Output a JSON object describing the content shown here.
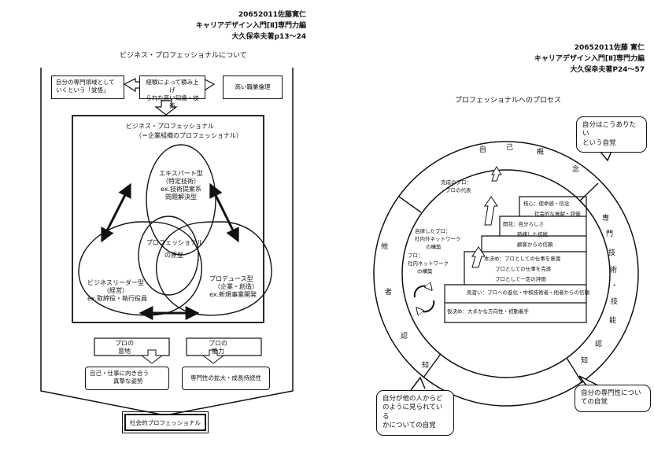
{
  "left": {
    "header": {
      "id_line": "20652011佐藤寛仁",
      "course": "キャリアデザイン入門[Ⅱ]専門力編",
      "reference": "大久保幸夫著p13～24"
    },
    "title": "ビジネス・プロフェッショナルについて",
    "top_boxes": {
      "left": [
        "自分の専門領域として",
        "いくという「覚悟」"
      ],
      "middle": [
        "経験によって積み上げ",
        "られた高い知識・技術"
      ],
      "right": "高い職業倫理"
    },
    "frame": {
      "title": "ビジネス・プロフェッショナル",
      "subtitle": "（＝企業組織のプロフェッショナル）",
      "expert": [
        "エキスパート型",
        "（特定技術）",
        "ex.技術提案系",
        "問題解決型"
      ],
      "core": [
        "プロフェッショナル",
        "の原型"
      ],
      "leader": [
        "ビジネスリーダー型",
        "（経営）",
        "ex.取締役・執行役員"
      ],
      "producer": [
        "プロデュース型",
        "（企業・創造）",
        "ex.新規事業開発"
      ]
    },
    "arrows": {
      "left": [
        "プロの",
        "意地"
      ],
      "right": [
        "プロの",
        "能力"
      ]
    },
    "bottom_boxes": {
      "left": [
        "自己・仕事に向き合う",
        "真摯な姿勢"
      ],
      "right": "専門性の拡大・成長持続性"
    },
    "footer": "社会的プロフェッショナル"
  },
  "right": {
    "header": {
      "id_line": "20652011佐藤 寛仁",
      "course": "キャリアデザイン入門[Ⅱ]専門力編",
      "reference": "大久保幸夫著P24～57"
    },
    "title": "プロフェッショナルへのプロセス",
    "bubbles": {
      "top": [
        "自分はこうありたい",
        "という自覚"
      ],
      "bottom_left": [
        "自分が他の人からど",
        "のように見られている",
        "かについての自覚"
      ],
      "bottom_right": [
        "自分の専門性につい",
        "ての自覚"
      ]
    },
    "ring": {
      "self_concept": [
        "自",
        "己",
        "概",
        "念"
      ],
      "expertise": [
        "専",
        "門",
        "技",
        "術",
        "・",
        "技",
        "能"
      ],
      "recognition": [
        "他",
        "者",
        "認",
        "知"
      ],
      "cognition": [
        "認",
        "知"
      ]
    },
    "stages": {
      "mature": [
        "完成のプロ：",
        "プロの代表"
      ],
      "independent": [
        "自律したプロ：",
        "社内外ネットワーク",
        "の構築"
      ],
      "pro": [
        "プロ：",
        "社内ネットワーク",
        "の構築"
      ]
    },
    "steps": [
      [
        "核心：使命感・信念",
        "社会的な貢献・評価"
      ],
      [
        "開花：自分らしさ",
        "熟練した技術",
        "顧客からの信頼"
      ],
      [
        "本決め：プロとしての仕事を意識",
        "プロとしての仕事を完遂",
        "プロとして一定の評価"
      ],
      [
        "見習い：プロへの進化・中核技術者・他者からの信頼"
      ],
      [
        "仮決め：大まかな方向性・初動着手"
      ]
    ]
  }
}
